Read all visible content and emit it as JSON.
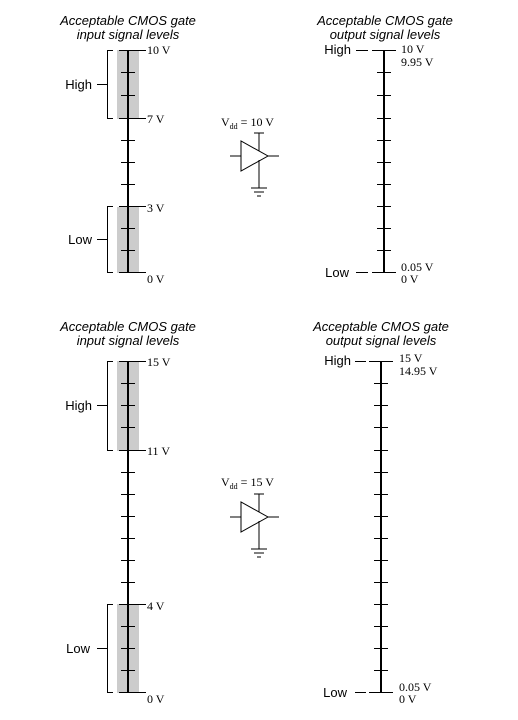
{
  "panels": [
    {
      "input": {
        "title_line1": "Acceptable CMOS gate",
        "title_line2": "input signal levels",
        "top_label": "10 V",
        "bottom_label": "0 V",
        "high_word": "High",
        "low_word": "Low",
        "high_threshold_label": "7 V",
        "low_threshold_label": "3 V"
      },
      "output": {
        "title_line1": "Acceptable CMOS gate",
        "title_line2": "output signal levels",
        "high_word": "High",
        "low_word": "Low",
        "top_label": "10 V",
        "high_level_label": "9.95 V",
        "low_level_label": "0.05 V",
        "bottom_label": "0 V"
      },
      "supply": {
        "prefix": "V",
        "subscript": "dd",
        "value_text": " = 10 V"
      }
    },
    {
      "input": {
        "title_line1": "Acceptable CMOS gate",
        "title_line2": "input signal levels",
        "top_label": "15 V",
        "bottom_label": "0 V",
        "high_word": "High",
        "low_word": "Low",
        "high_threshold_label": "11 V",
        "low_threshold_label": "4 V"
      },
      "output": {
        "title_line1": "Acceptable CMOS gate",
        "title_line2": "output signal levels",
        "high_word": "High",
        "low_word": "Low",
        "top_label": "15 V",
        "high_level_label": "14.95 V",
        "low_level_label": "0.05 V",
        "bottom_label": "0 V"
      },
      "supply": {
        "prefix": "V",
        "subscript": "dd",
        "value_text": " = 15 V"
      }
    }
  ],
  "colors": {
    "line": "#000000",
    "band": "#cccccc",
    "background": "#ffffff"
  }
}
